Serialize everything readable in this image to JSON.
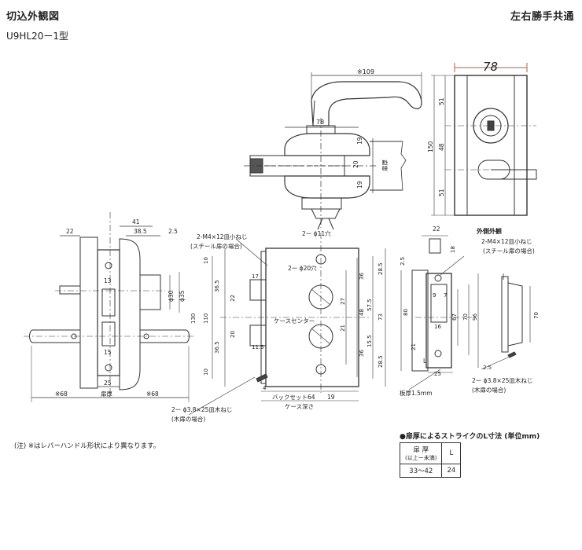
{
  "header": {
    "title": "切込外観図",
    "model": "U9HL20ー1型",
    "symmetry": "左右勝手共通"
  },
  "front_view": {
    "labels": {
      "d41": "41",
      "d22": "22",
      "d38_5": "38.5",
      "d2_5": "2.5",
      "d13": "13",
      "phi30": "ϕ30",
      "phi35": "ϕ35",
      "d15": "15",
      "d25": "25",
      "left68": "※68",
      "door": "扉厚",
      "right68": "※68"
    }
  },
  "lever_view": {
    "labels": {
      "w109": "※109",
      "w78": "78",
      "d19a": "19",
      "d20": "20",
      "d19b": "19",
      "door": "扉厚"
    }
  },
  "rose_view": {
    "labels": {
      "handwritten78": "78",
      "h51a": "51",
      "h48": "48",
      "h51b": "51",
      "total150": "150"
    }
  },
  "case_view": {
    "labels": {
      "hole11": "2ー ϕ11穴",
      "hole20": "2ー ϕ20穴",
      "m4_screw": "2-M4×12皿小ねじ",
      "m4_steel": "(スチール扉の場合)",
      "d10a": "10",
      "d36_5a": "36.5",
      "d130": "130",
      "d110": "110",
      "d36_5b": "36.5",
      "d10b": "10",
      "d17": "17",
      "d22": "22",
      "d20": "20",
      "d11_5": "11.5",
      "center": "ケースセンター",
      "d36a": "36",
      "d27": "27",
      "d48": "48",
      "d21a": "21",
      "d36b": "36",
      "d28_5a": "28.5",
      "d57_5": "57.5",
      "d73": "73",
      "d15_5": "15.5",
      "d28_5b": "28.5",
      "d4": "4",
      "backset": "バックセット64",
      "d19": "19",
      "depth": "ケース深さ",
      "wood_screw": "2ー ϕ3.8×25皿木ねじ",
      "wood_door": "(木扉の場合)"
    }
  },
  "strike_view": {
    "labels": {
      "d22": "22",
      "d18": "18",
      "d2_5": "2.5",
      "outside": "外側外観",
      "m4_screw": "2-M4×12皿小ねじ",
      "m4_steel": "(スチール扉の場合)",
      "d9": "9",
      "d7": "7",
      "d16": "16",
      "d80": "80",
      "d67": "67",
      "d70_inner": "70",
      "d96": "96",
      "d21": "21",
      "dL": "L",
      "d25": "25",
      "plate": "板厚1.5mm",
      "wood_screw": "2ー ϕ3.8×25皿木ねじ",
      "wood_door": "(木扉の場合)",
      "side70": "70",
      "side2_5": "2.5"
    }
  },
  "note": "(注) ※はレバーハンドル形状により異なります。",
  "l_table": {
    "title": "●扉厚によるストライクのL寸法 (単位mm)",
    "header_thick": "扉 厚",
    "header_range": "(以上ー未満)",
    "header_L": "L",
    "row_range": "33〜42",
    "row_L": "24"
  }
}
